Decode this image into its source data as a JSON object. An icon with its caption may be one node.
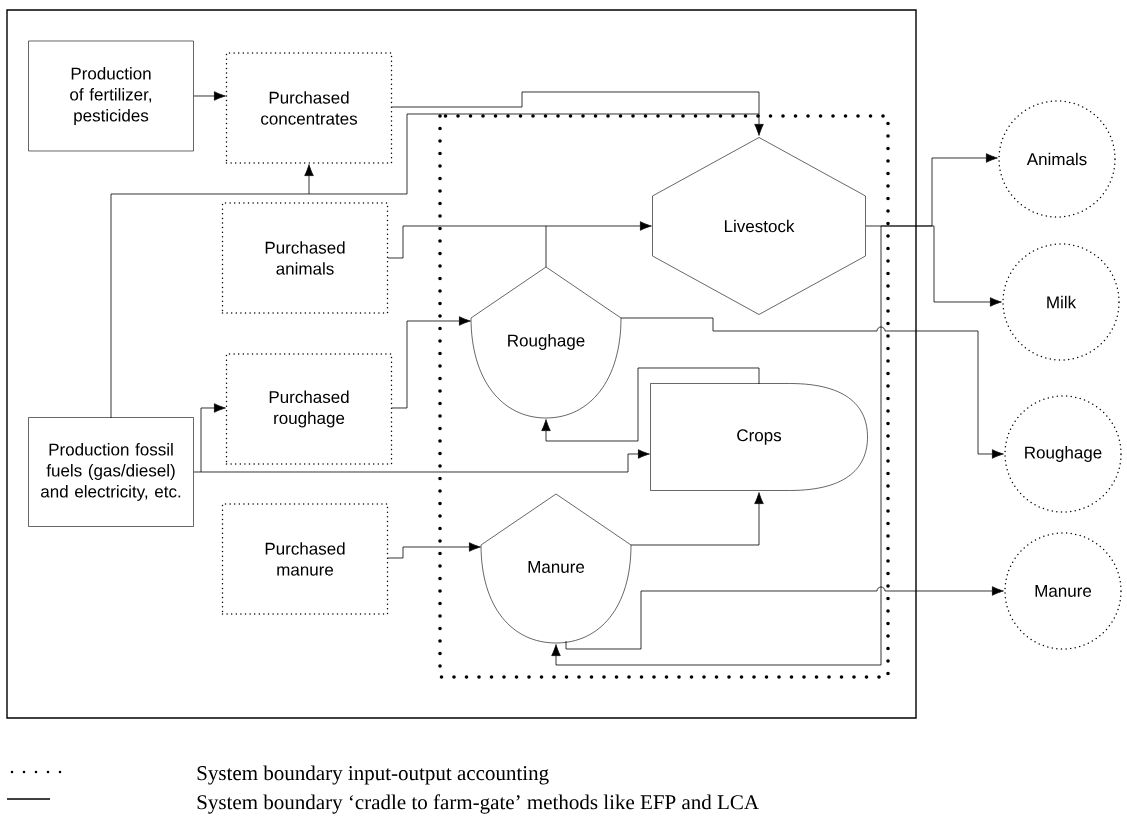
{
  "diagram": {
    "nodes": [
      {
        "text": [
          "Production of fertilizer, pesticides"
        ]
      },
      {
        "text": [
          "Purchased concentrates"
        ]
      },
      {
        "text": [
          "Purchased animals"
        ]
      },
      {
        "text": [
          "Purchased roughage"
        ]
      },
      {
        "text": [
          "Purchased manure"
        ]
      },
      {
        "text": [
          "Production fossil fuels (gas/diesel) and electricity, etc."
        ]
      },
      {
        "text": [
          "Livestock"
        ]
      },
      {
        "text": [
          "Roughage"
        ]
      },
      {
        "text": [
          "Crops"
        ]
      },
      {
        "text": [
          "Manure"
        ]
      },
      {
        "text": [
          "Animals"
        ]
      },
      {
        "text": [
          "Milk"
        ]
      },
      {
        "text": [
          "Roughage"
        ]
      },
      {
        "text": [
          "Manure"
        ]
      }
    ],
    "edges": [
      {
        "from": 0,
        "to": 1,
        "arrow": "to"
      },
      {
        "from": 1,
        "to": 6,
        "arrow": "to"
      },
      {
        "from": 5,
        "to": 1,
        "arrow": "to"
      },
      {
        "from": 5,
        "to": 6,
        "arrow": "to"
      },
      {
        "from": 2,
        "to": 6,
        "arrow": "to"
      },
      {
        "from": 7,
        "to": 6,
        "arrow": "to"
      },
      {
        "from": 3,
        "to": 7,
        "arrow": "to"
      },
      {
        "from": 5,
        "to": 3,
        "arrow": "to"
      },
      {
        "from": 5,
        "to": 8,
        "arrow": "to"
      },
      {
        "from": 8,
        "to": 7,
        "arrow": "to"
      },
      {
        "from": 4,
        "to": 9,
        "arrow": "to"
      },
      {
        "from": 9,
        "to": 8,
        "arrow": "to"
      },
      {
        "from": 6,
        "to": 10,
        "arrow": "to"
      },
      {
        "from": 6,
        "to": 11,
        "arrow": "to"
      },
      {
        "from": 6,
        "to": 9,
        "arrow": "to"
      },
      {
        "from": 7,
        "to": 12,
        "arrow": "to"
      },
      {
        "from": 9,
        "to": 13,
        "arrow": "to"
      }
    ],
    "legend": [
      {
        "text": "System boundary input-output accounting"
      },
      {
        "text": "System boundary ‘cradle to farm-gate’ methods like EFP and LCA"
      }
    ]
  }
}
